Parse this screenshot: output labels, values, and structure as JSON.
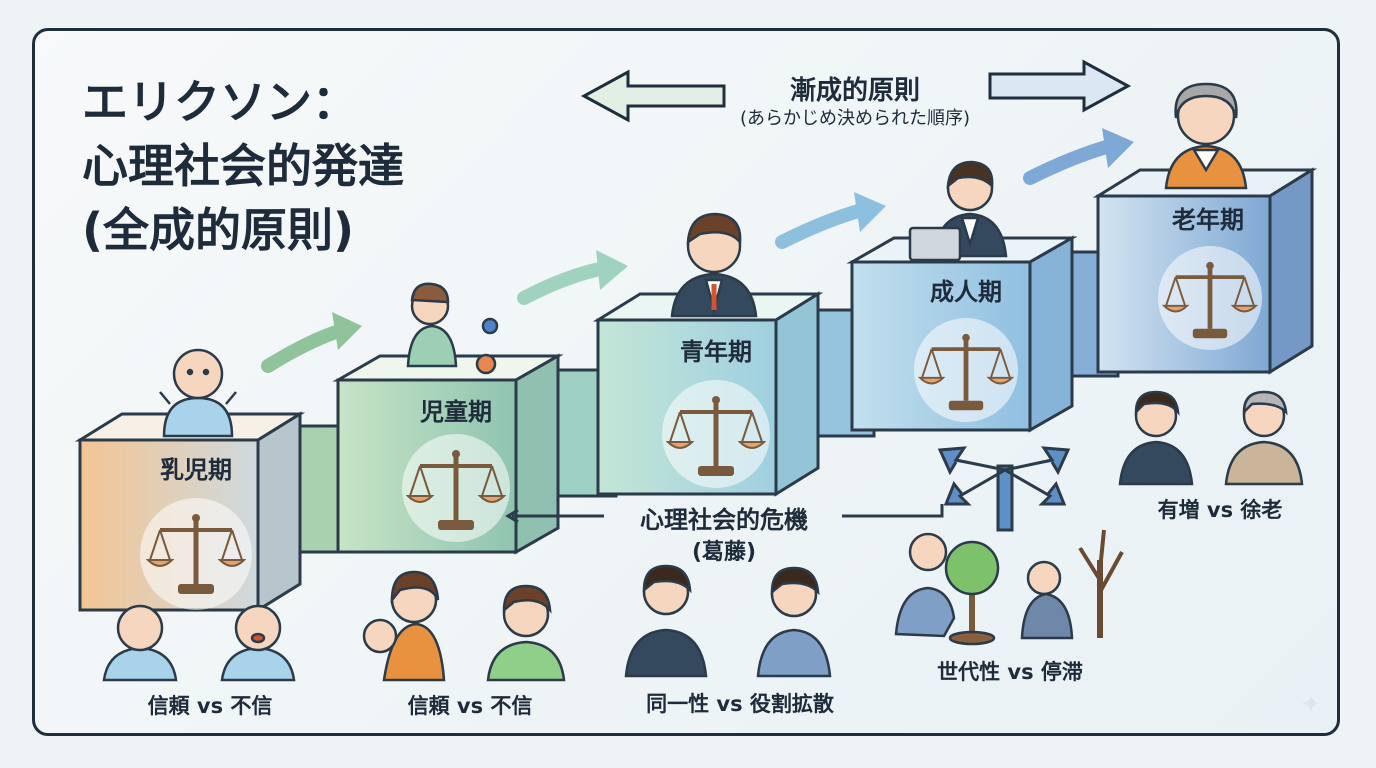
{
  "title": {
    "line1": "エリクソン：",
    "line2": "心理社会的発達",
    "line3": "(全成的原則)"
  },
  "epigenetic": {
    "label": "漸成的原則",
    "sub": "(あらかじめ決められた順序)"
  },
  "crisis": {
    "label": "心理社会的危機",
    "sub": "(葛藤)"
  },
  "stages": [
    {
      "name": "乳児期",
      "vs": "信頼 vs 不信",
      "color": "#f2c79c"
    },
    {
      "name": "児童期",
      "vs": "信頼 vs 不信",
      "color": "#b9dcbf"
    },
    {
      "name": "青年期",
      "vs": "同一性 vs 役割拡散",
      "color": "#b2dccf"
    },
    {
      "name": "成人期",
      "vs": "世代性 vs 停滞",
      "color": "#a9d0e3"
    },
    {
      "name": "老年期",
      "vs": "有増 vs 徐老",
      "color": "#9fc1df"
    }
  ],
  "icons": [
    "balance-scale-icon",
    "baby-icon",
    "child-icon",
    "student-icon",
    "worker-icon",
    "elder-icon",
    "crossroads-icon",
    "tree-icon"
  ]
}
